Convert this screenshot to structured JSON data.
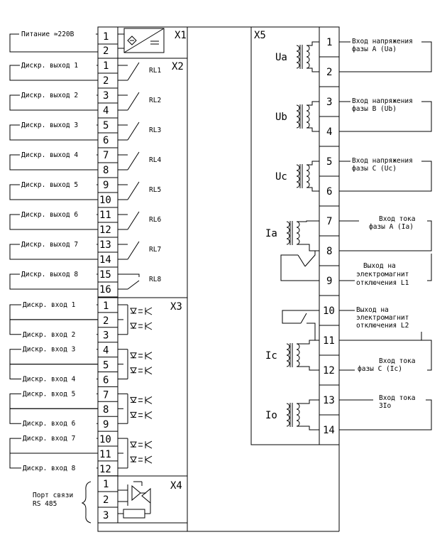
{
  "blocks": [
    {
      "id": "x1",
      "title": "X1",
      "terminals": [
        "1",
        "2"
      ],
      "wires": [
        {
          "label": "Питание ≃220В"
        }
      ]
    },
    {
      "id": "x2",
      "title": "X2",
      "terminals": [
        "1",
        "2",
        "3",
        "4",
        "5",
        "6",
        "7",
        "8",
        "9",
        "10",
        "11",
        "12",
        "13",
        "14",
        "15",
        "16"
      ],
      "relays": [
        "RL1",
        "RL2",
        "RL3",
        "RL4",
        "RL5",
        "RL6",
        "RL7",
        "RL8"
      ],
      "wires": [
        {
          "label": "Дискр. выход 1"
        },
        {
          "label": "Дискр. выход 2"
        },
        {
          "label": "Дискр. выход 3"
        },
        {
          "label": "Дискр. выход 4"
        },
        {
          "label": "Дискр. выход 5"
        },
        {
          "label": "Дискр. выход 6"
        },
        {
          "label": "Дискр. выход 7"
        },
        {
          "label": "Дискр. выход 8"
        }
      ]
    },
    {
      "id": "x3",
      "title": "X3",
      "terminals": [
        "1",
        "2",
        "3",
        "4",
        "5",
        "6",
        "7",
        "8",
        "9",
        "10",
        "11",
        "12"
      ],
      "wires": [
        {
          "label": "Дискр. вход 1"
        },
        {
          "label": "Дискр. вход 2"
        },
        {
          "label": "Дискр. вход 3"
        },
        {
          "label": "Дискр. вход 4"
        },
        {
          "label": "Дискр. вход 5"
        },
        {
          "label": "Дискр. вход 6"
        },
        {
          "label": "Дискр. вход 7"
        },
        {
          "label": "Дискр. вход 8"
        }
      ]
    },
    {
      "id": "x4",
      "title": "X4",
      "terminals": [
        "1",
        "2",
        "3"
      ],
      "port_label": [
        "Порт связи",
        "RS 485"
      ]
    },
    {
      "id": "x5",
      "title": "X5",
      "terminals": [
        "1",
        "2",
        "3",
        "4",
        "5",
        "6",
        "7",
        "8",
        "9",
        "10",
        "11",
        "12",
        "13",
        "14"
      ],
      "transformers": [
        "Ua",
        "Ub",
        "Uc",
        "Ia",
        "Ic",
        "Io"
      ],
      "inputs": [
        [
          "Вход напряжения",
          "фазы А (Ua)"
        ],
        [
          "Вход напряжения",
          "фазы B (Ub)"
        ],
        [
          "Вход напряжения",
          "фазы С (Uc)"
        ],
        [
          "Вход тока",
          "фазы А (Ia)"
        ],
        [
          "Выход на",
          "электромагнит",
          "отключения L1"
        ],
        [
          "Выход на",
          "электромагнит",
          "отключения L2"
        ],
        [
          "Вход тока",
          "фазы С (Ic)"
        ],
        [
          "Вход тока",
          "3Io"
        ]
      ]
    }
  ]
}
